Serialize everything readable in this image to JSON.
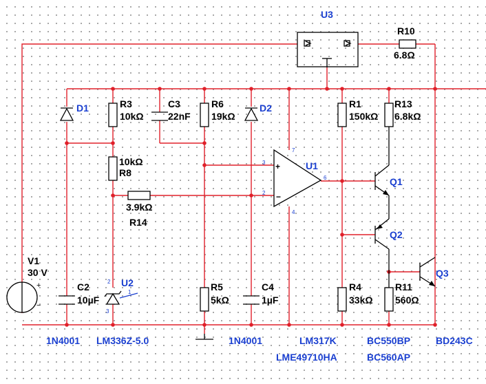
{
  "components": {
    "U3": {
      "ref": "U3"
    },
    "R10": {
      "ref": "R10",
      "value": "6.8Ω"
    },
    "D1": {
      "ref": "D1"
    },
    "R3": {
      "ref": "R3",
      "value": "10kΩ"
    },
    "C3": {
      "ref": "C3",
      "value": "22nF"
    },
    "R6": {
      "ref": "R6",
      "value": "19kΩ"
    },
    "D2": {
      "ref": "D2"
    },
    "R1": {
      "ref": "R1",
      "value": "150kΩ"
    },
    "R13": {
      "ref": "R13",
      "value": "6.8kΩ"
    },
    "R8": {
      "ref": "R8",
      "value": "10kΩ"
    },
    "U1": {
      "ref": "U1"
    },
    "Q1": {
      "ref": "Q1"
    },
    "R14": {
      "ref": "R14",
      "value": "3.9kΩ"
    },
    "Q2": {
      "ref": "Q2"
    },
    "V1": {
      "ref": "V1",
      "value": "30 V"
    },
    "C2": {
      "ref": "C2",
      "value": "10µF"
    },
    "U2": {
      "ref": "U2"
    },
    "R5": {
      "ref": "R5",
      "value": "5kΩ"
    },
    "C4": {
      "ref": "C4",
      "value": "1µF"
    },
    "Q3": {
      "ref": "Q3"
    },
    "R4": {
      "ref": "R4",
      "value": "33kΩ"
    },
    "R11": {
      "ref": "R11",
      "value": "560Ω"
    }
  },
  "pins": {
    "u1_in_plus": "3",
    "u1_in_minus": "2",
    "u1_vplus": "7",
    "u1_vminus": "4",
    "u1_out": "6",
    "u2_top": "2",
    "u2_adj": "1",
    "u2_bottom": "3",
    "v1_plus": "+",
    "v1_minus": "−"
  },
  "part_numbers": {
    "d1": "1N4001",
    "u2": "LM336Z-5.0",
    "d2": "1N4001",
    "u3": "LM317K",
    "u1": "LME49710HA",
    "q12_a": "BC550BP",
    "q12_b": "BC560AP",
    "q3": "BD243C"
  },
  "colors": {
    "wire": "#e0202a",
    "component": "#000000",
    "ref_label": "#1a3fd0",
    "grid_dot": "#9a9a9a"
  }
}
